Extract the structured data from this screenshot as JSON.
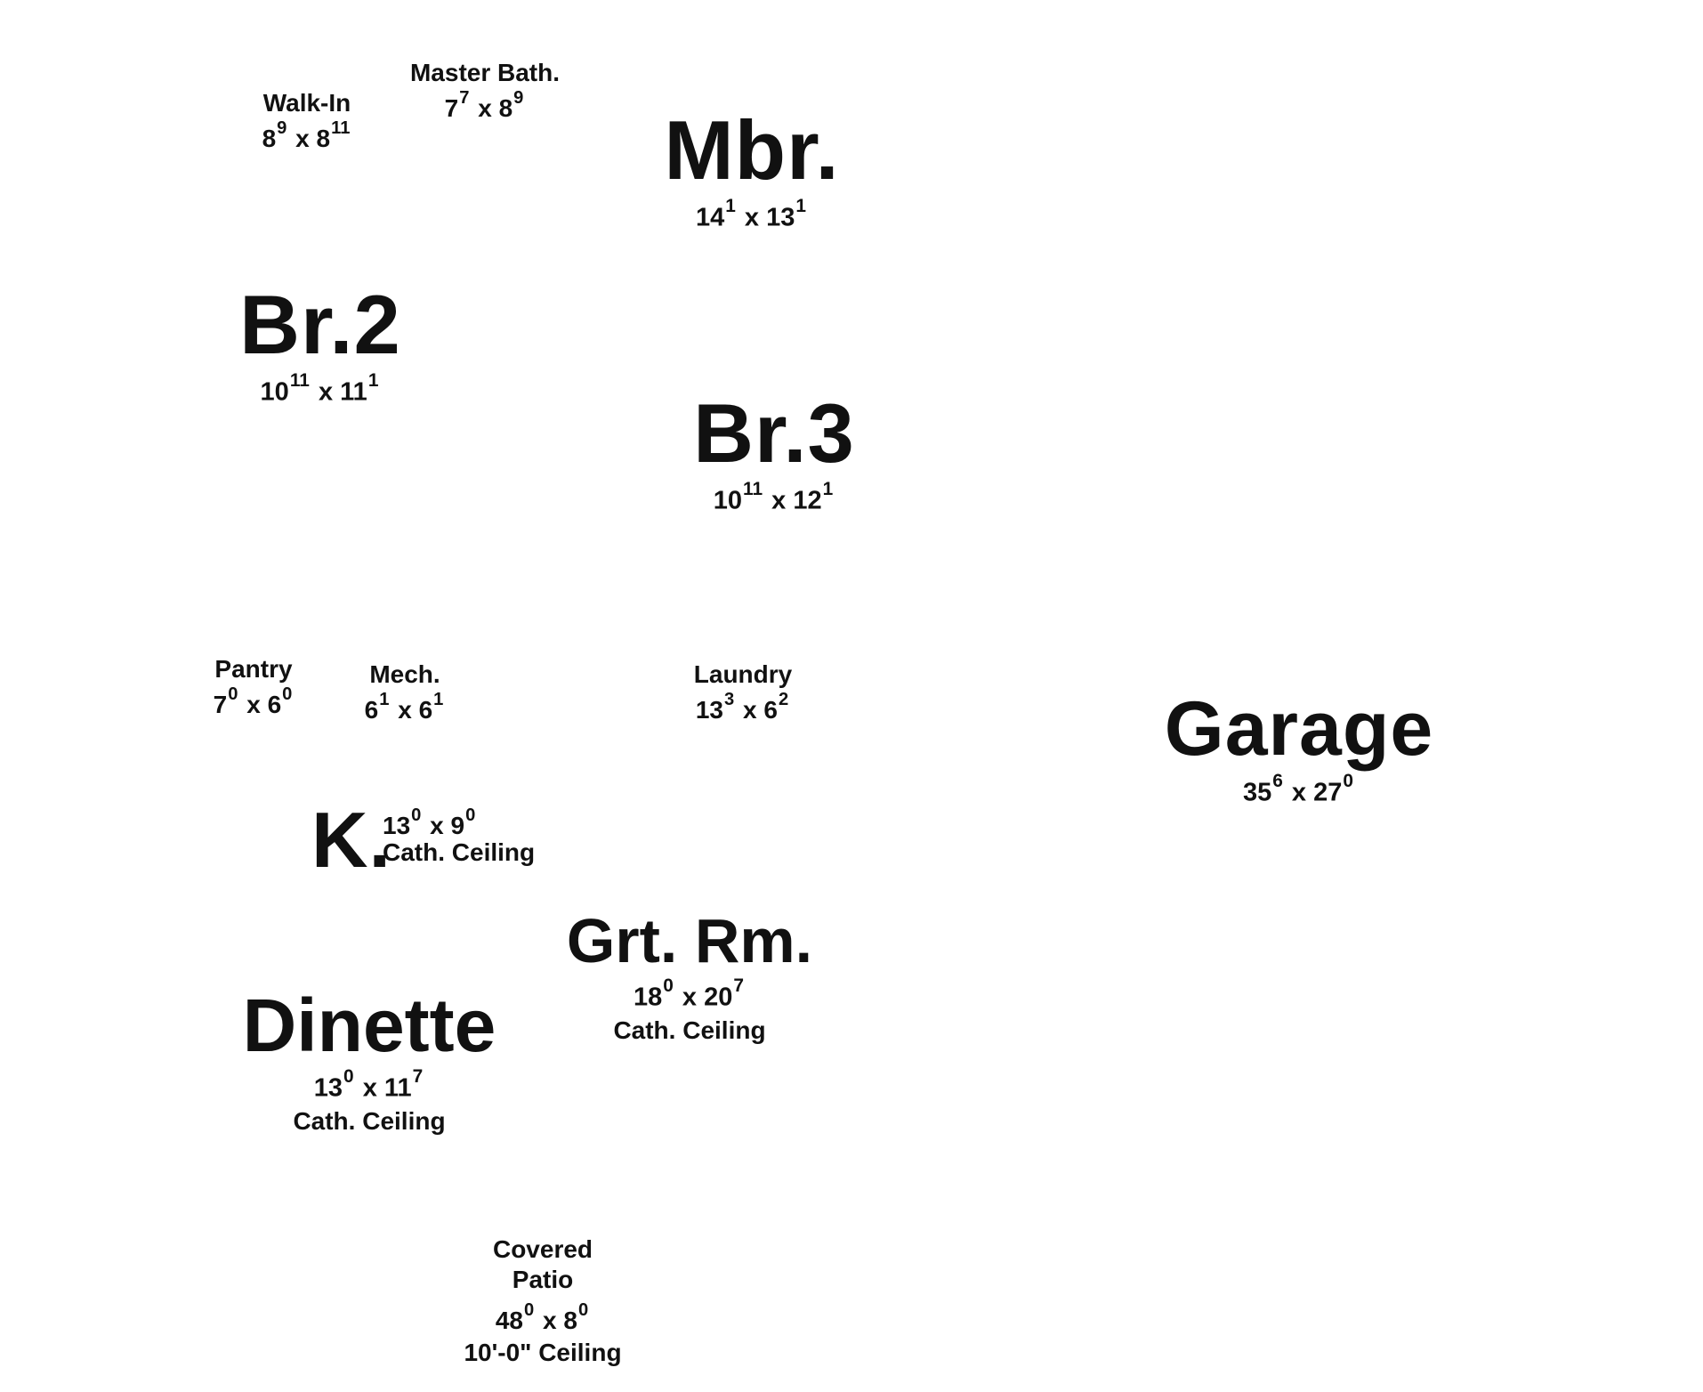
{
  "rooms": {
    "walk_in": {
      "name": "Walk-In",
      "w": "8",
      "w_in": "9",
      "x": "x",
      "d": "8",
      "d_in": "11"
    },
    "master_bath": {
      "name": "Master Bath.",
      "w": "7",
      "w_in": "7",
      "x": "x",
      "d": "8",
      "d_in": "9"
    },
    "mbr": {
      "name": "Mbr.",
      "w": "14",
      "w_in": "1",
      "x": "x",
      "d": "13",
      "d_in": "1"
    },
    "br2": {
      "name": "Br.2",
      "w": "10",
      "w_in": "11",
      "x": "x",
      "d": "11",
      "d_in": "1"
    },
    "br3": {
      "name": "Br.3",
      "w": "10",
      "w_in": "11",
      "x": "x",
      "d": "12",
      "d_in": "1"
    },
    "pantry": {
      "name": "Pantry",
      "w": "7",
      "w_in": "0",
      "x": "x",
      "d": "6",
      "d_in": "0"
    },
    "mech": {
      "name": "Mech.",
      "w": "6",
      "w_in": "1",
      "x": "x",
      "d": "6",
      "d_in": "1"
    },
    "laundry": {
      "name": "Laundry",
      "w": "13",
      "w_in": "3",
      "x": "x",
      "d": "6",
      "d_in": "2"
    },
    "garage": {
      "name": "Garage",
      "w": "35",
      "w_in": "6",
      "x": "x",
      "d": "27",
      "d_in": "0"
    },
    "kitchen": {
      "name": "K.",
      "w": "13",
      "w_in": "0",
      "x": "x",
      "d": "9",
      "d_in": "0",
      "note": "Cath. Ceiling"
    },
    "great_room": {
      "name": "Grt. Rm.",
      "w": "18",
      "w_in": "0",
      "x": "x",
      "d": "20",
      "d_in": "7",
      "note": "Cath. Ceiling"
    },
    "dinette": {
      "name": "Dinette",
      "w": "13",
      "w_in": "0",
      "x": "x",
      "d": "11",
      "d_in": "7",
      "note": "Cath. Ceiling"
    },
    "patio": {
      "name_line1": "Covered",
      "name_line2": "Patio",
      "w": "48",
      "w_in": "0",
      "x": "x",
      "d": "8",
      "d_in": "0",
      "note": "10'-0\" Ceiling"
    }
  }
}
